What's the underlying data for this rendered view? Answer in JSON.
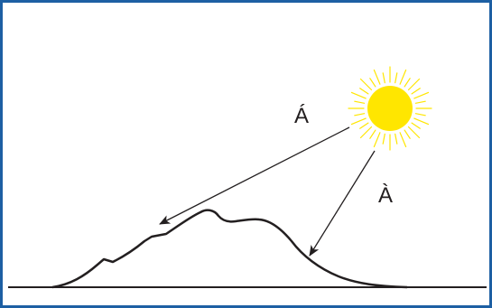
{
  "diagram": {
    "labels": {
      "ray_a": "Á",
      "ray_b": "À"
    },
    "colors": {
      "frame": "#1d5fa3",
      "sun_fill": "#ffe600",
      "sun_rays": "#ffe600",
      "lines": "#231f20",
      "background": "#ffffff"
    },
    "icons": {
      "sun": "sun-icon",
      "hill": "hill-silhouette",
      "arrow": "arrow-icon"
    }
  }
}
